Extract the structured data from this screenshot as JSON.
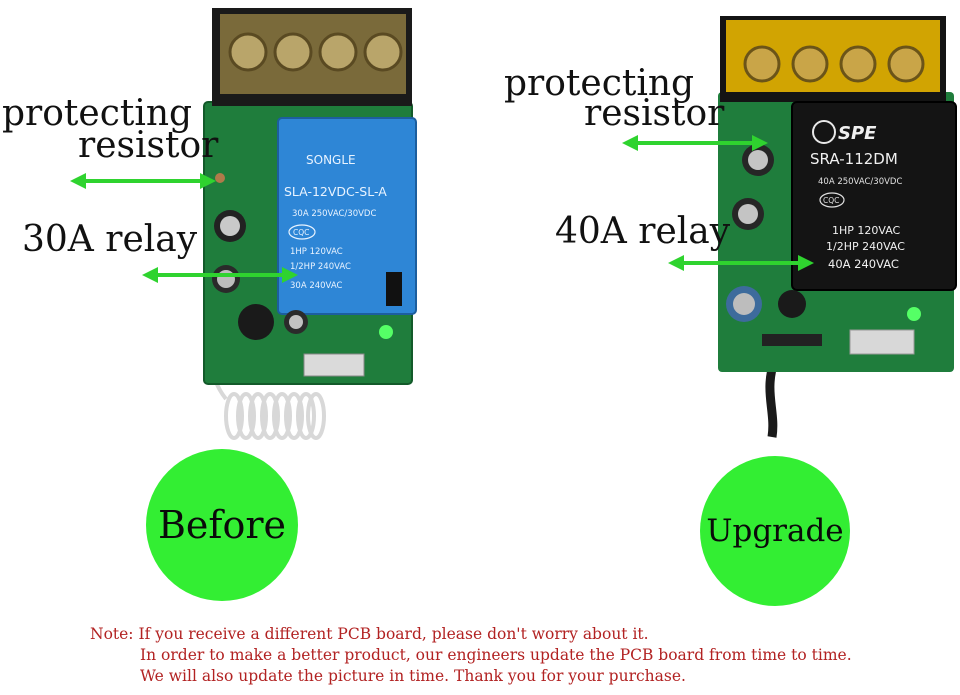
{
  "colors": {
    "arrow": "#2fd32f",
    "circle": "#33ee33",
    "note_text": "#b22222",
    "relay_blue": "#2e86d6",
    "relay_black": "#141414",
    "pcb": "#1d7a3a",
    "terminal_yellow": "#e6b400"
  },
  "left": {
    "resistor_label_line1": "protecting",
    "resistor_label_line2": "resistor",
    "relay_label": "30A relay",
    "badge": "Before",
    "relay_markings": {
      "brand": "SONGLE",
      "model": "SLA-12VDC-SL-A",
      "rating": "30A  250VAC/30VDC",
      "cert": "CQC",
      "hp1": "1HP 120VAC",
      "hp2": "1/2HP 240VAC",
      "amp": "30A  240VAC"
    }
  },
  "right": {
    "resistor_label_line1": "protecting",
    "resistor_label_line2": "resistor",
    "relay_label": "40A relay",
    "badge": "Upgrade",
    "relay_markings": {
      "brand": "SPE",
      "model": "SRA-112DM",
      "rating": "40A 250VAC/30VDC",
      "cert": "CQC",
      "hp1": "1HP 120VAC",
      "hp2": "1/2HP 240VAC",
      "amp": "40A 240VAC"
    }
  },
  "note": {
    "line1": "Note: If you receive a different PCB board, please don't worry about it.",
    "line2": "In order to make a better product, our engineers update the PCB board from time to time.",
    "line3": "We will also update the picture in time. Thank you for your purchase."
  }
}
